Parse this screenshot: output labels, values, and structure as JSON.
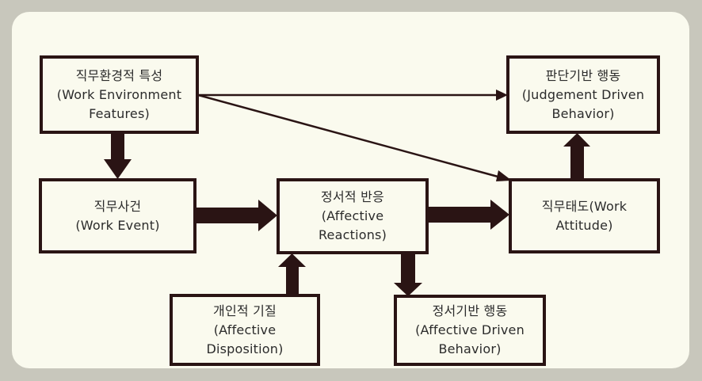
{
  "diagram": {
    "nodes": {
      "work_environment": {
        "korean": "직무환경적 특성",
        "english_line1": "(Work Environment",
        "english_line2": "Features)"
      },
      "work_event": {
        "korean": "직무사건",
        "english_line1": "(Work Event)"
      },
      "affective_reactions": {
        "korean": "정서적 반응",
        "english_line1": "(Affective",
        "english_line2": "Reactions)"
      },
      "affective_disposition": {
        "korean": "개인적 기질",
        "english_line1": "(Affective",
        "english_line2": "Disposition)"
      },
      "affective_driven_behavior": {
        "korean": "정서기반 행동",
        "english_line1": "(Affective Driven",
        "english_line2": "Behavior)"
      },
      "work_attitude": {
        "line1": "직무태도(Work",
        "line2": "Attitude)"
      },
      "judgement_driven_behavior": {
        "korean": "판단기반 행동",
        "english_line1": "(Judgement Driven",
        "english_line2": "Behavior)"
      }
    },
    "edges": [
      {
        "from": "work_environment",
        "to": "work_event",
        "style": "thick"
      },
      {
        "from": "work_event",
        "to": "affective_reactions",
        "style": "thick"
      },
      {
        "from": "affective_disposition",
        "to": "affective_reactions",
        "style": "thick"
      },
      {
        "from": "affective_reactions",
        "to": "affective_driven_behavior",
        "style": "thick"
      },
      {
        "from": "affective_reactions",
        "to": "work_attitude",
        "style": "thick"
      },
      {
        "from": "work_attitude",
        "to": "judgement_driven_behavior",
        "style": "thick"
      },
      {
        "from": "work_environment",
        "to": "judgement_driven_behavior",
        "style": "thin"
      },
      {
        "from": "work_environment",
        "to": "work_attitude",
        "style": "thin"
      }
    ],
    "colors": {
      "stroke": "#2a1414",
      "background": "#fafaee",
      "outer": "#c8c7bc",
      "text": "#2b2b2b"
    }
  }
}
